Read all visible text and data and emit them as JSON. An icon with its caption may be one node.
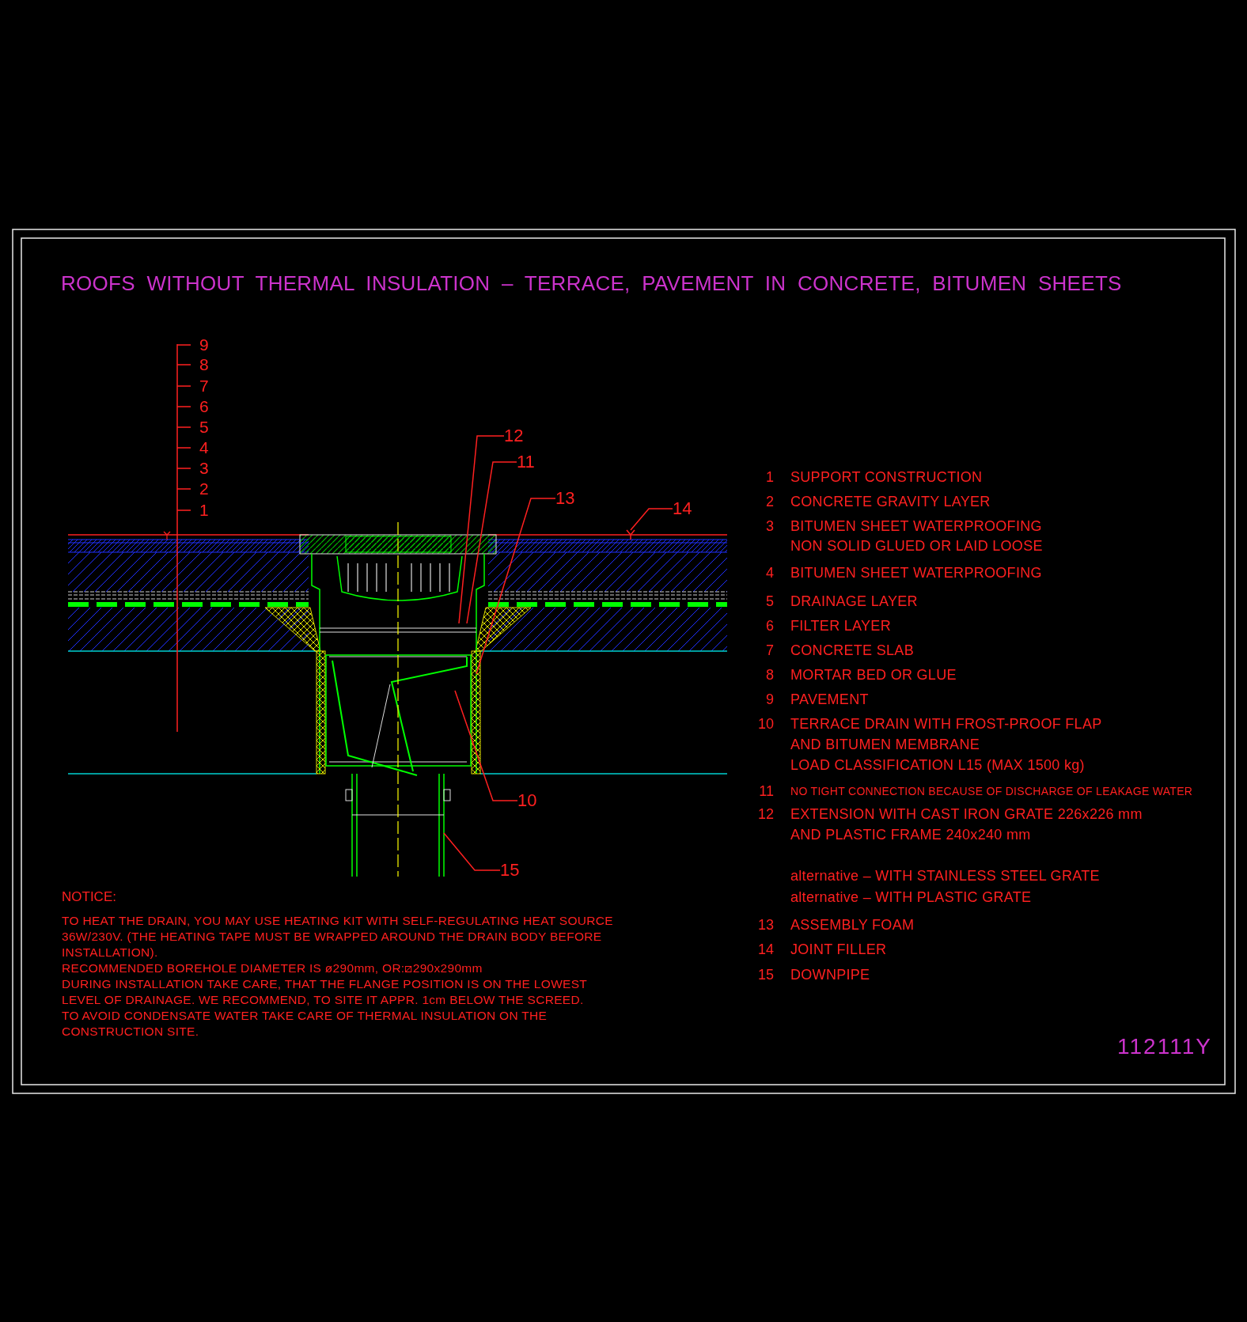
{
  "diagram": {
    "title": "ROOFS WITHOUT THERMAL INSULATION – TERRACE, PAVEMENT IN CONCRETE, BITUMEN SHEETS",
    "nodes": [
      {
        "text": [
          "12"
        ]
      },
      {
        "text": [
          "11"
        ]
      },
      {
        "text": [
          "13"
        ]
      },
      {
        "text": [
          "14"
        ]
      },
      {
        "text": [
          "10"
        ]
      },
      {
        "text": [
          "15"
        ]
      },
      {
        "text": [],
        "shape": "picture"
      }
    ],
    "edges": [
      {
        "from": 0,
        "to": null,
        "arrow": "none"
      },
      {
        "from": 1,
        "to": null,
        "arrow": "none"
      },
      {
        "from": 2,
        "to": null,
        "arrow": "none"
      },
      {
        "from": 3,
        "to": 6,
        "arrow": "none"
      },
      {
        "from": 4,
        "to": null,
        "arrow": "none"
      },
      {
        "from": 5,
        "to": null,
        "arrow": "none"
      }
    ],
    "labels": [
      "9",
      "8",
      "7",
      "6",
      "5",
      "4",
      "3",
      "2",
      "1",
      "1",
      "SUPPORT CONSTRUCTION",
      "2",
      "CONCRETE GRAVITY LAYER",
      "3",
      "BITUMEN SHEET WATERPROOFING",
      "NON SOLID GLUED OR LAID LOOSE",
      "4",
      "BITUMEN SHEET WATERPROOFING",
      "5",
      "DRAINAGE LAYER",
      "6",
      "FILTER LAYER",
      "7",
      "CONCRETE SLAB",
      "8",
      "MORTAR BED OR GLUE",
      "9",
      "PAVEMENT",
      "10",
      "TERRACE DRAIN WITH FROST-PROOF FLAP",
      "AND BITUMEN MEMBRANE",
      "LOAD CLASSIFICATION L15 (MAX 1500 kg)",
      "11",
      "NO TIGHT CONNECTION BECAUSE OF DISCHARGE OF LEAKAGE WATER",
      "12",
      "EXTENSION WITH CAST IRON GRATE 226x226 mm",
      "AND PLASTIC FRAME 240x240 mm",
      "alternative – WITH STAINLESS STEEL GRATE",
      "alternative – WITH PLASTIC GRATE",
      "13",
      "ASSEMBLY FOAM",
      "14",
      "JOINT FILLER",
      "15",
      "DOWNPIPE",
      "NOTICE:",
      "TO HEAT THE DRAIN, YOU MAY USE HEATING KIT WITH SELF-REGULATING HEAT SOURCE 36W/230V. (THE HEATING TAPE MUST BE WRAPPED AROUND THE DRAIN BODY BEFORE INSTALLATION).",
      "RECOMMENDED BOREHOLE DIAMETER IS ø290mm, OR:⧄290x290mm",
      "DURING INSTALLATION TAKE CARE, THAT THE FLANGE POSITION IS ON THE LOWEST LEVEL OF DRAINAGE. WE RECOMMEND, TO SITE IT APPR. 1cm BELOW THE SCREED.",
      "TO AVOID CONDENSATE WATER TAKE CARE OF THERMAL INSULATION ON THE CONSTRUCTION SITE.",
      "112111Y"
    ]
  }
}
